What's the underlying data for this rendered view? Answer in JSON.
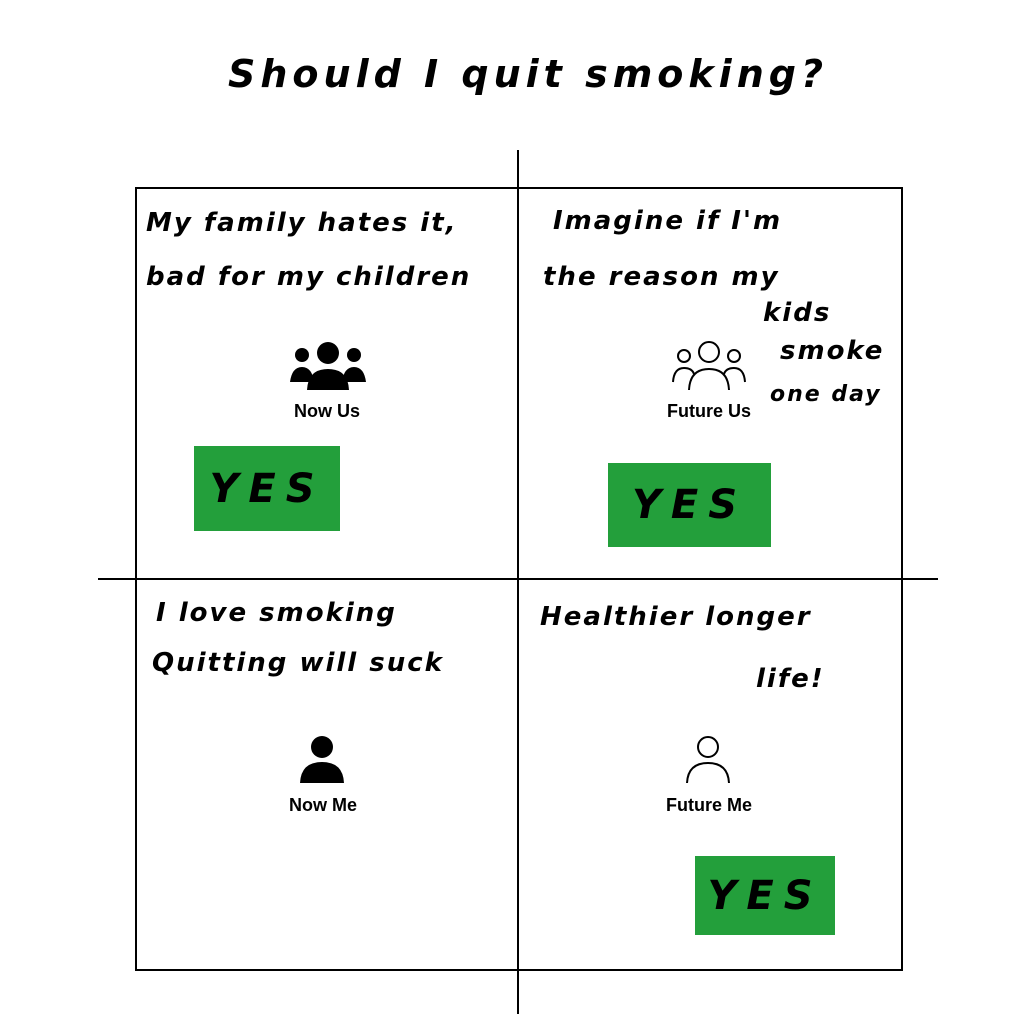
{
  "title": "Should I quit smoking?",
  "colors": {
    "yes_fill": "#239F3B",
    "ink": "#000000"
  },
  "quadrants": {
    "now_us": {
      "label": "Now Us",
      "icon": "group-solid-icon",
      "note_lines": [
        "My family hates it,",
        "bad for my children"
      ],
      "badge": "YES"
    },
    "future_us": {
      "label": "Future Us",
      "icon": "group-outline-icon",
      "note_lines": [
        "Imagine if I'm",
        "the reason my",
        "kids",
        "smoke",
        "one day"
      ],
      "badge": "YES"
    },
    "now_me": {
      "label": "Now Me",
      "icon": "person-solid-icon",
      "note_lines": [
        "I love smoking",
        "Quitting will suck"
      ]
    },
    "future_me": {
      "label": "Future Me",
      "icon": "person-outline-icon",
      "note_lines": [
        "Healthier longer",
        "life!"
      ],
      "badge": "YES"
    }
  }
}
